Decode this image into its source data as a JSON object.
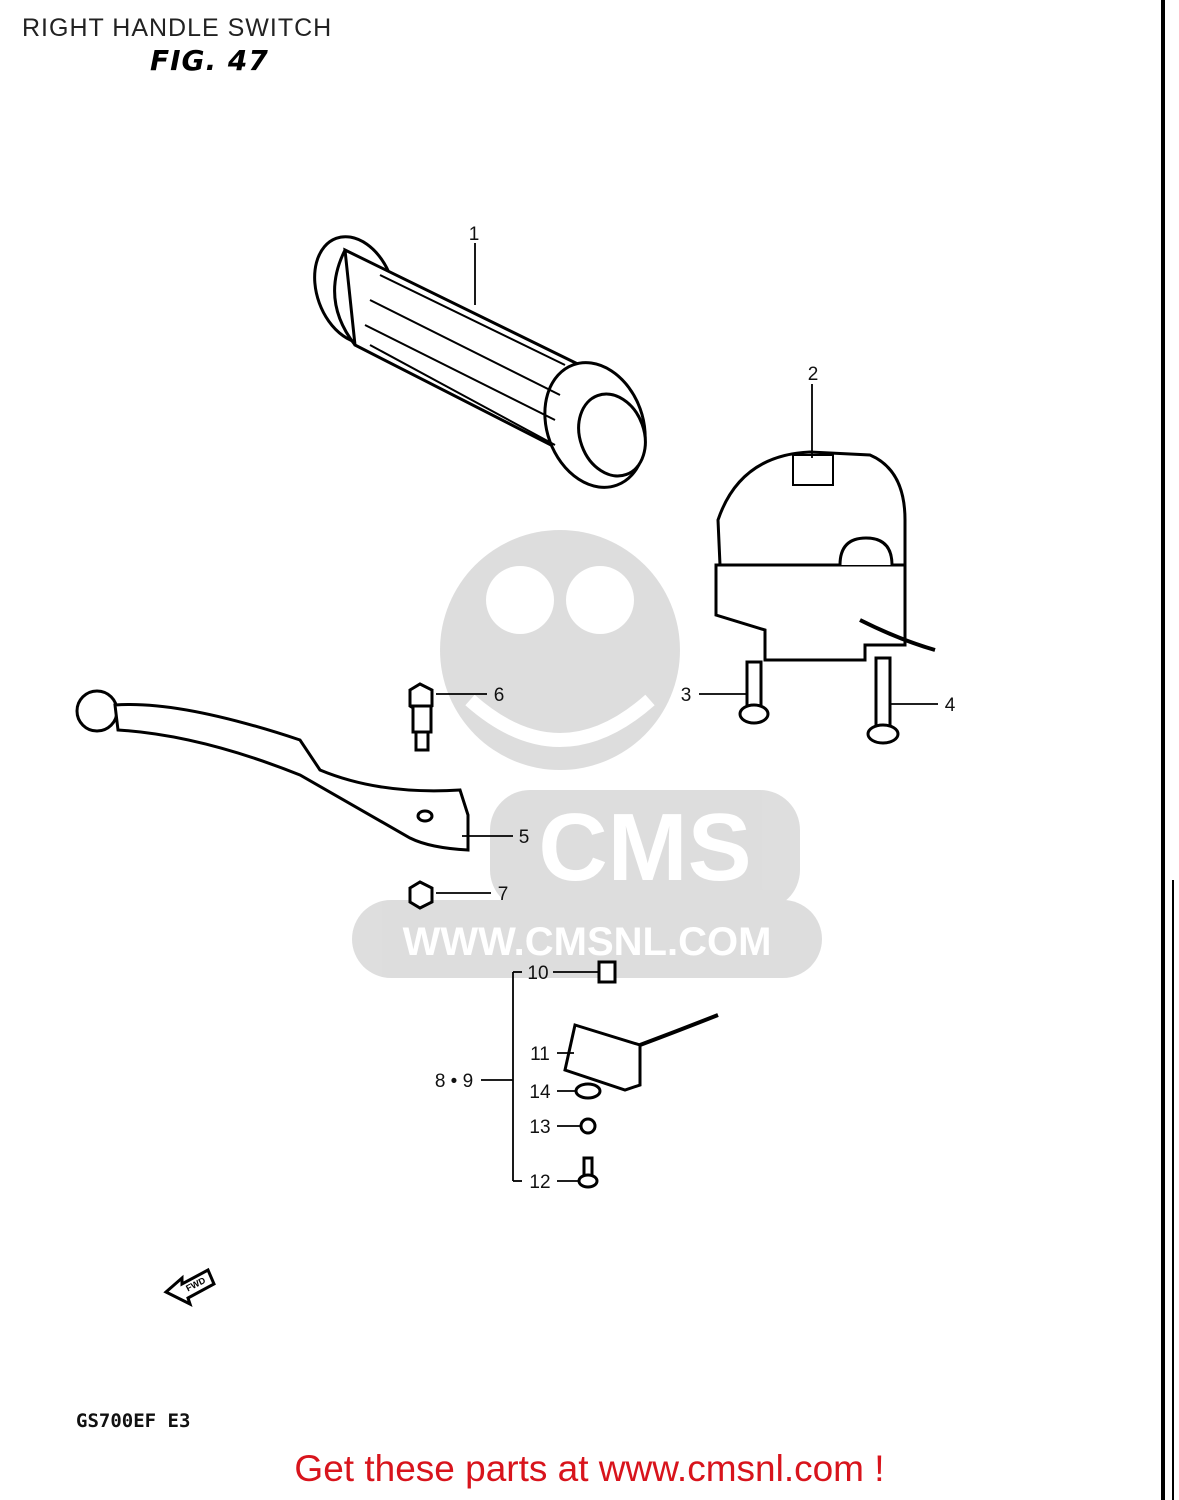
{
  "page": {
    "title": "RIGHT HANDLE SWITCH",
    "figure_label": "FIG. 47",
    "model_code": "GS700EF  E3",
    "footer_link": "Get these parts at www.cmsnl.com !"
  },
  "watermark": {
    "logo_text": "CMS",
    "url_text": "WWW.CMSNL.COM"
  },
  "parts": {
    "p1": "1",
    "p2": "2",
    "p3": "3",
    "p4": "4",
    "p5": "5",
    "p6": "6",
    "p7": "7",
    "p8_9": "8 • 9",
    "p10": "10",
    "p11": "11",
    "p12": "12",
    "p13": "13",
    "p14": "14"
  },
  "direction_arrow": "FWD"
}
